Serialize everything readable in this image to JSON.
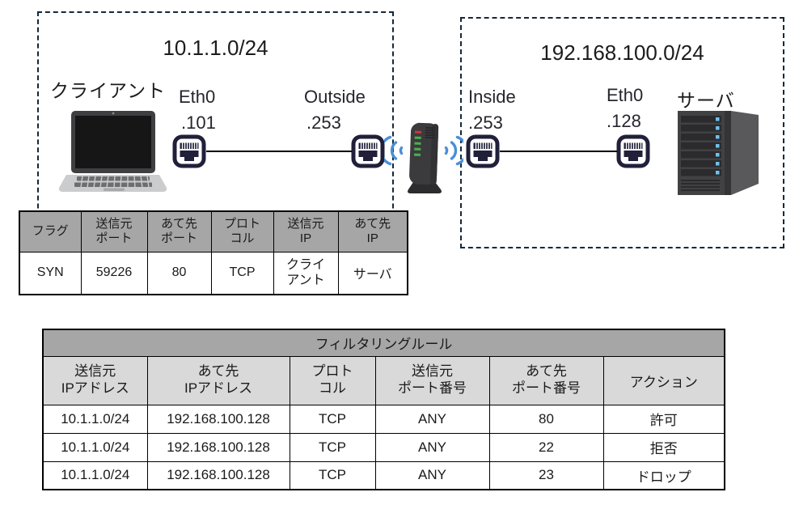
{
  "colors": {
    "box_border": "#13293a",
    "packet_header_bg": "#a6a6a6",
    "filter_title_bg": "#a6a6a6",
    "filter_header_bg": "#d9d9d9",
    "wifi_blue": "#4b8fd8",
    "router_led_red": "#cf3730",
    "router_led_green": "#4caf50",
    "server_led_blue": "#6cc1ef"
  },
  "left_network": {
    "subnet": "10.1.1.0/24",
    "client_label": "クライアント",
    "client_if_name": "Eth0",
    "client_if_addr": ".101",
    "router_if_name": "Outside",
    "router_if_addr": ".253"
  },
  "right_network": {
    "subnet": "192.168.100.0/24",
    "router_if_name": "Inside",
    "router_if_addr": ".253",
    "server_if_name": "Eth0",
    "server_if_addr": ".128",
    "server_label": "サーバ"
  },
  "packet_table": {
    "headers": [
      "フラグ",
      "送信元\nポート",
      "あて先\nポート",
      "プロト\nコル",
      "送信元\nIP",
      "あて先\nIP"
    ],
    "row": [
      "SYN",
      "59226",
      "80",
      "TCP",
      "クライ\nアント",
      "サーバ"
    ]
  },
  "filter_table": {
    "title": "フィルタリングルール",
    "headers": [
      "送信元\nIPアドレス",
      "あて先\nIPアドレス",
      "プロト\nコル",
      "送信元\nポート番号",
      "あて先\nポート番号",
      "アクション"
    ],
    "rows": [
      [
        "10.1.1.0/24",
        "192.168.100.128",
        "TCP",
        "ANY",
        "80",
        "許可"
      ],
      [
        "10.1.1.0/24",
        "192.168.100.128",
        "TCP",
        "ANY",
        "22",
        "拒否"
      ],
      [
        "10.1.1.0/24",
        "192.168.100.128",
        "TCP",
        "ANY",
        "23",
        "ドロップ"
      ]
    ]
  }
}
